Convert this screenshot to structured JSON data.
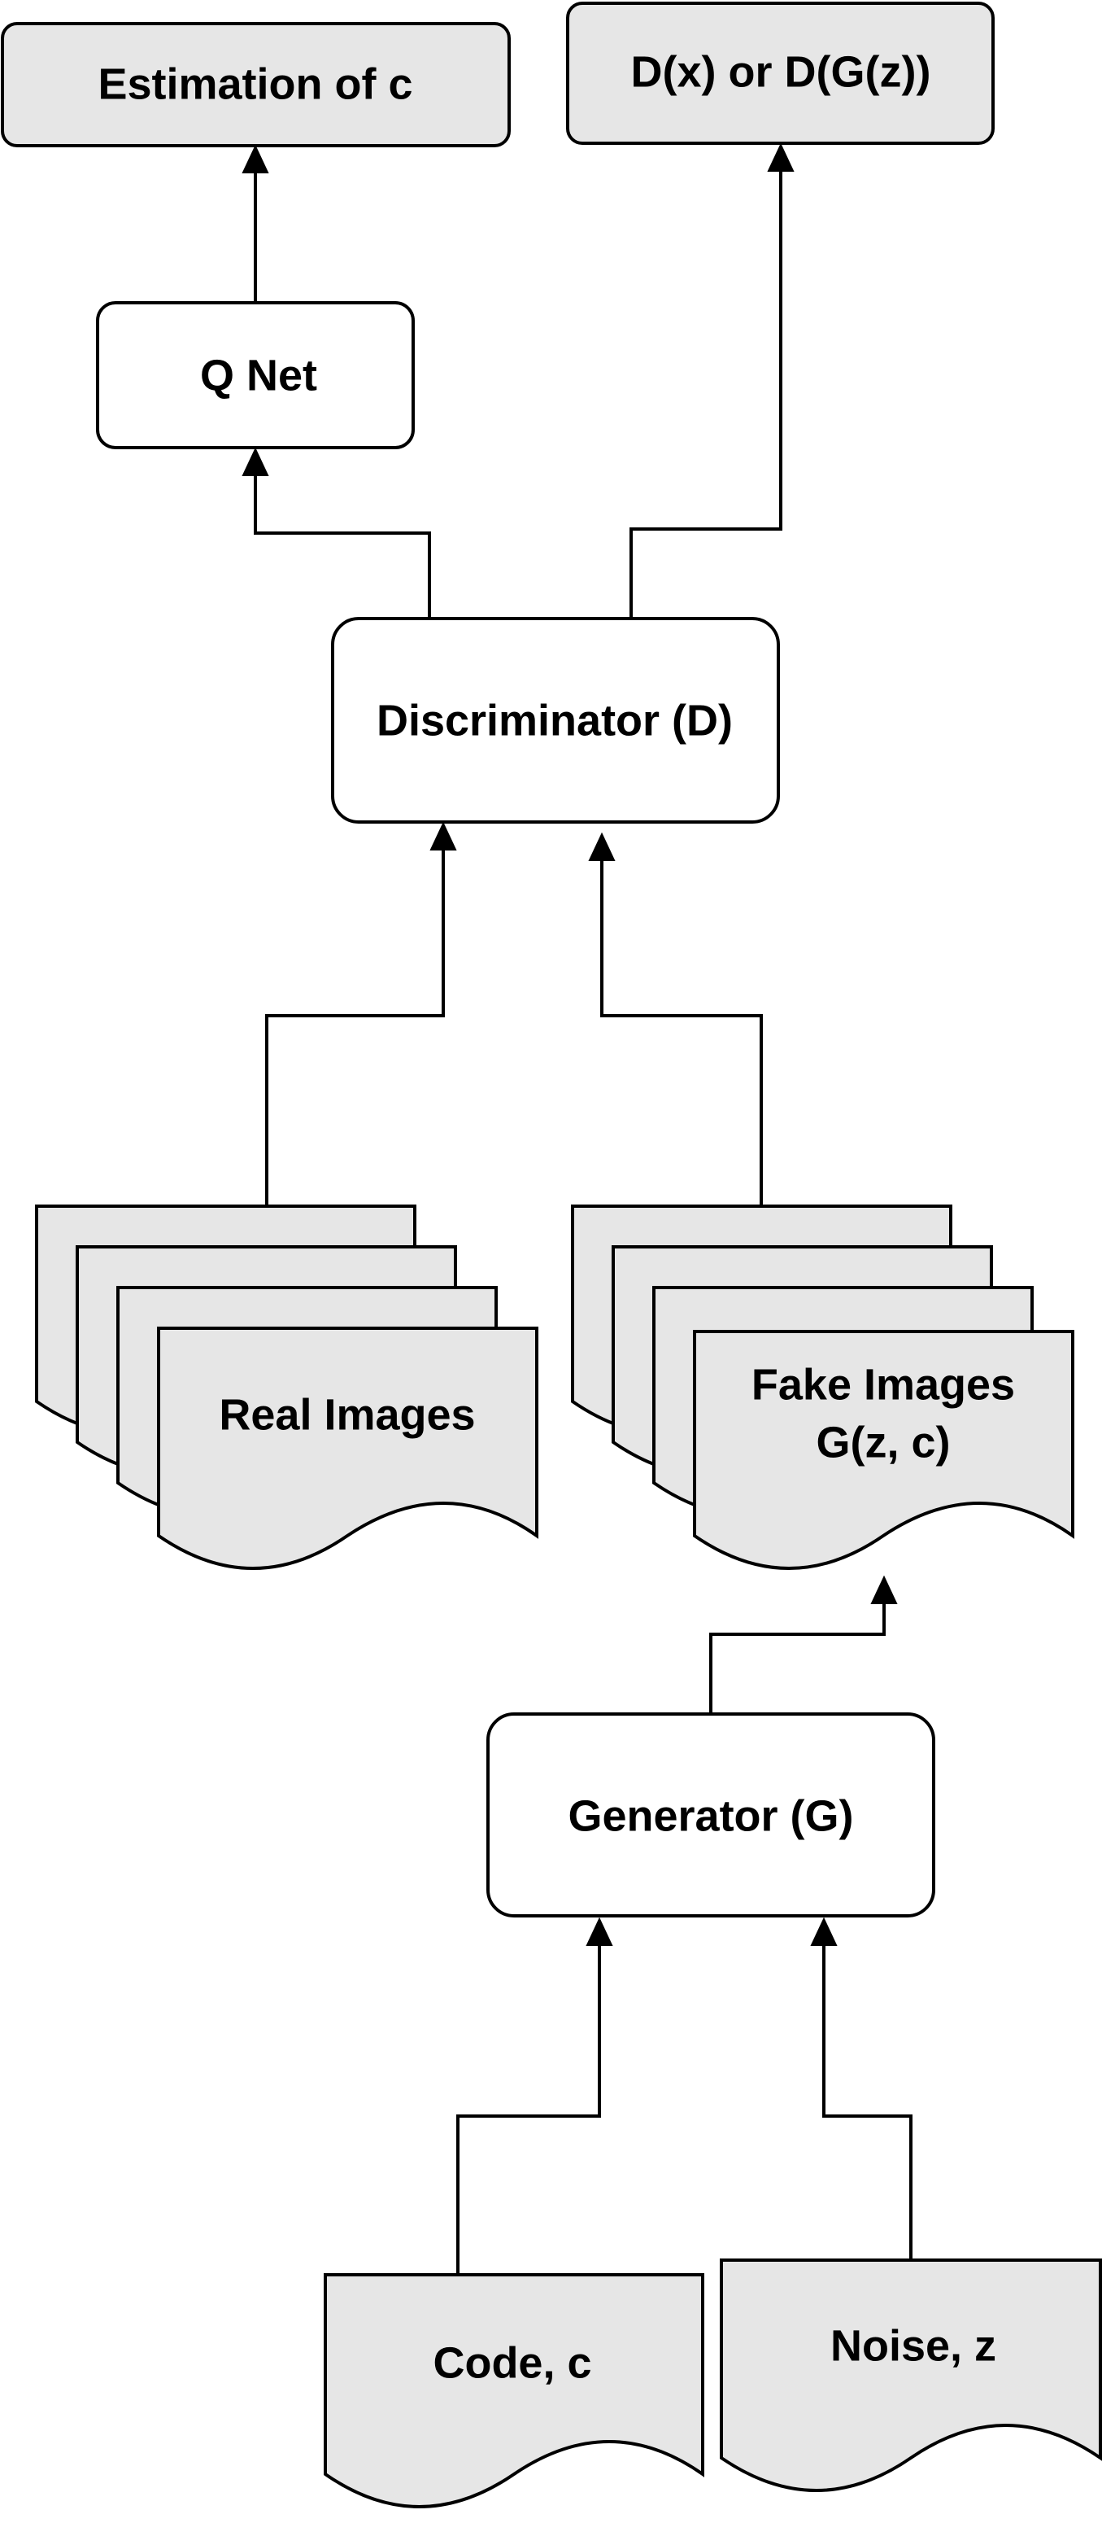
{
  "nodes": {
    "estimation": {
      "label": "Estimation of c"
    },
    "d_output": {
      "label": "D(x) or D(G(z))"
    },
    "q_net": {
      "label": "Q Net"
    },
    "discriminator": {
      "label": "Discriminator (D)"
    },
    "real_images": {
      "label": "Real Images"
    },
    "fake_images": {
      "label_line1": "Fake Images",
      "label_line2": "G(z, c)"
    },
    "generator": {
      "label": "Generator (G)"
    },
    "code": {
      "label": "Code, c"
    },
    "noise": {
      "label": "Noise, z"
    }
  },
  "colors": {
    "fill_gray": "#e6e6e6",
    "fill_white": "#ffffff",
    "stroke": "#000000"
  }
}
